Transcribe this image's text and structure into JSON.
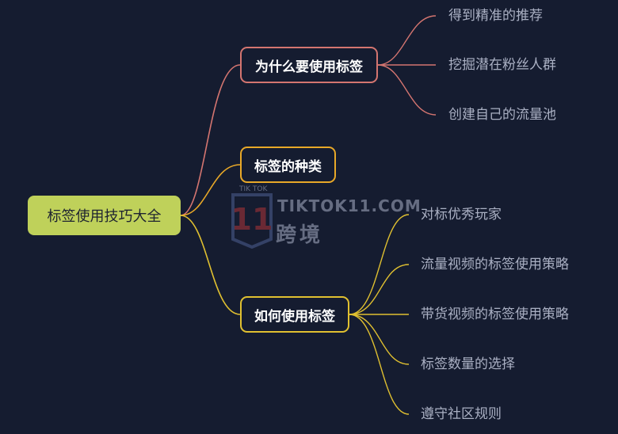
{
  "title": "标签使用技巧大全",
  "colors": {
    "background": "#151c30",
    "root_fill": "#bfd15a",
    "branch1": "#d47570",
    "branch2": "#e8a828",
    "branch3": "#e0c030",
    "leaf_text": "#aab0c3"
  },
  "branches": [
    {
      "label": "为什么要使用标签",
      "children": [
        "得到精准的推荐",
        "挖掘潜在粉丝人群",
        "创建自己的流量池"
      ]
    },
    {
      "label": "标签的种类",
      "children": []
    },
    {
      "label": "如何使用标签",
      "children": [
        "对标优秀玩家",
        "流量视频的标签使用策略",
        "带货视频的标签使用策略",
        "标签数量的选择",
        "遵守社区规则"
      ]
    }
  ],
  "watermark": {
    "small": "TIK TOK",
    "brand": "TIKTOK11.COM",
    "cn": "跨境",
    "logo_number": "11"
  }
}
